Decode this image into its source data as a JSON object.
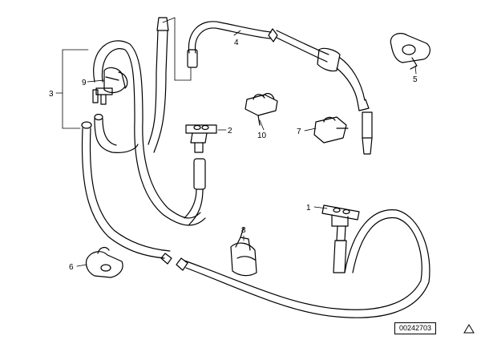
{
  "callouts": {
    "c1": "1",
    "c2": "2",
    "c3": "3",
    "c4": "4",
    "c5": "5",
    "c6": "6",
    "c7": "7",
    "c8": "8",
    "c9": "9",
    "c10": "10"
  },
  "reference_number": "00242703",
  "icons": [
    "triangle-icon"
  ]
}
